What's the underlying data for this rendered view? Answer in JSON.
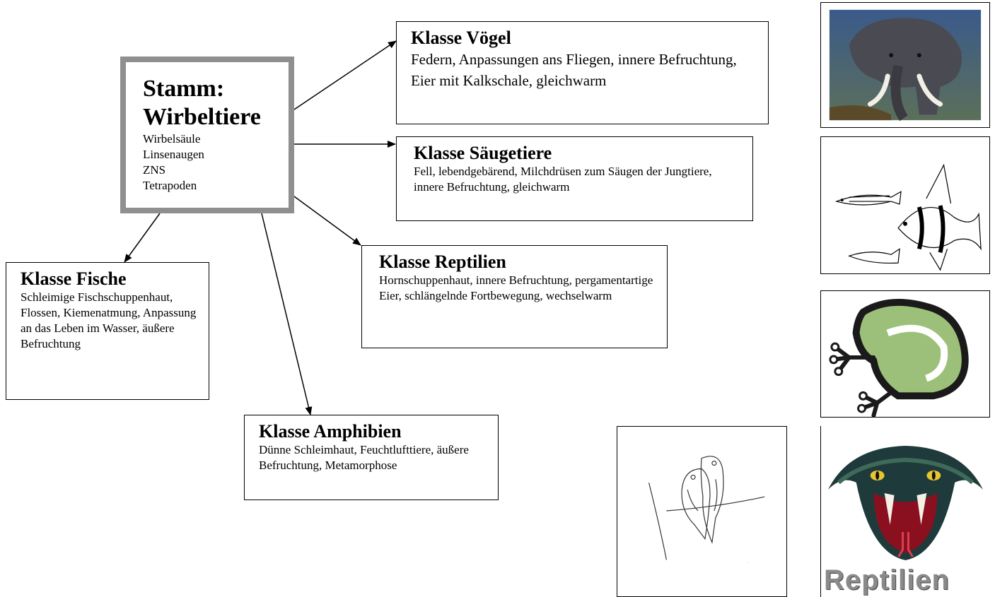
{
  "root": {
    "title_line1": "Stamm:",
    "title_line2": "Wirbeltiere",
    "features": [
      "Wirbelsäule",
      "Linsenaugen",
      "ZNS",
      "Tetrapoden"
    ]
  },
  "classes": {
    "voegel": {
      "title": "Klasse Vögel",
      "desc": "Federn, Anpassungen ans Fliegen, innere Befruchtung, Eier mit Kalkschale, gleichwarm"
    },
    "saeugetiere": {
      "title": "Klasse Säugetiere",
      "desc": "Fell, lebendgebärend, Milchdrüsen zum Säugen der Jungtiere, innere Befruchtung, gleichwarm"
    },
    "reptilien": {
      "title": "Klasse Reptilien",
      "desc": "Hornschuppenhaut, innere Befruchtung, pergamentartige Eier, schlängelnde Fortbewegung, wechselwarm"
    },
    "fische": {
      "title": "Klasse Fische",
      "desc": "Schleimige Fischschuppenhaut, Flossen, Kiemenatmung, Anpassung an das Leben im Wasser, äußere Befruchtung"
    },
    "amphibien": {
      "title": "Klasse Amphibien",
      "desc": "Dünne Schleimhaut, Feuchtlufttiere, äußere Befruchtung, Metamorphose"
    }
  },
  "images": {
    "elephant": "elephant-painting",
    "fish": "fish-drawing",
    "frog": "frog-logo",
    "birds": "lovebirds-sketch",
    "snake": "snake-picture",
    "snake_caption": "Reptilien"
  }
}
